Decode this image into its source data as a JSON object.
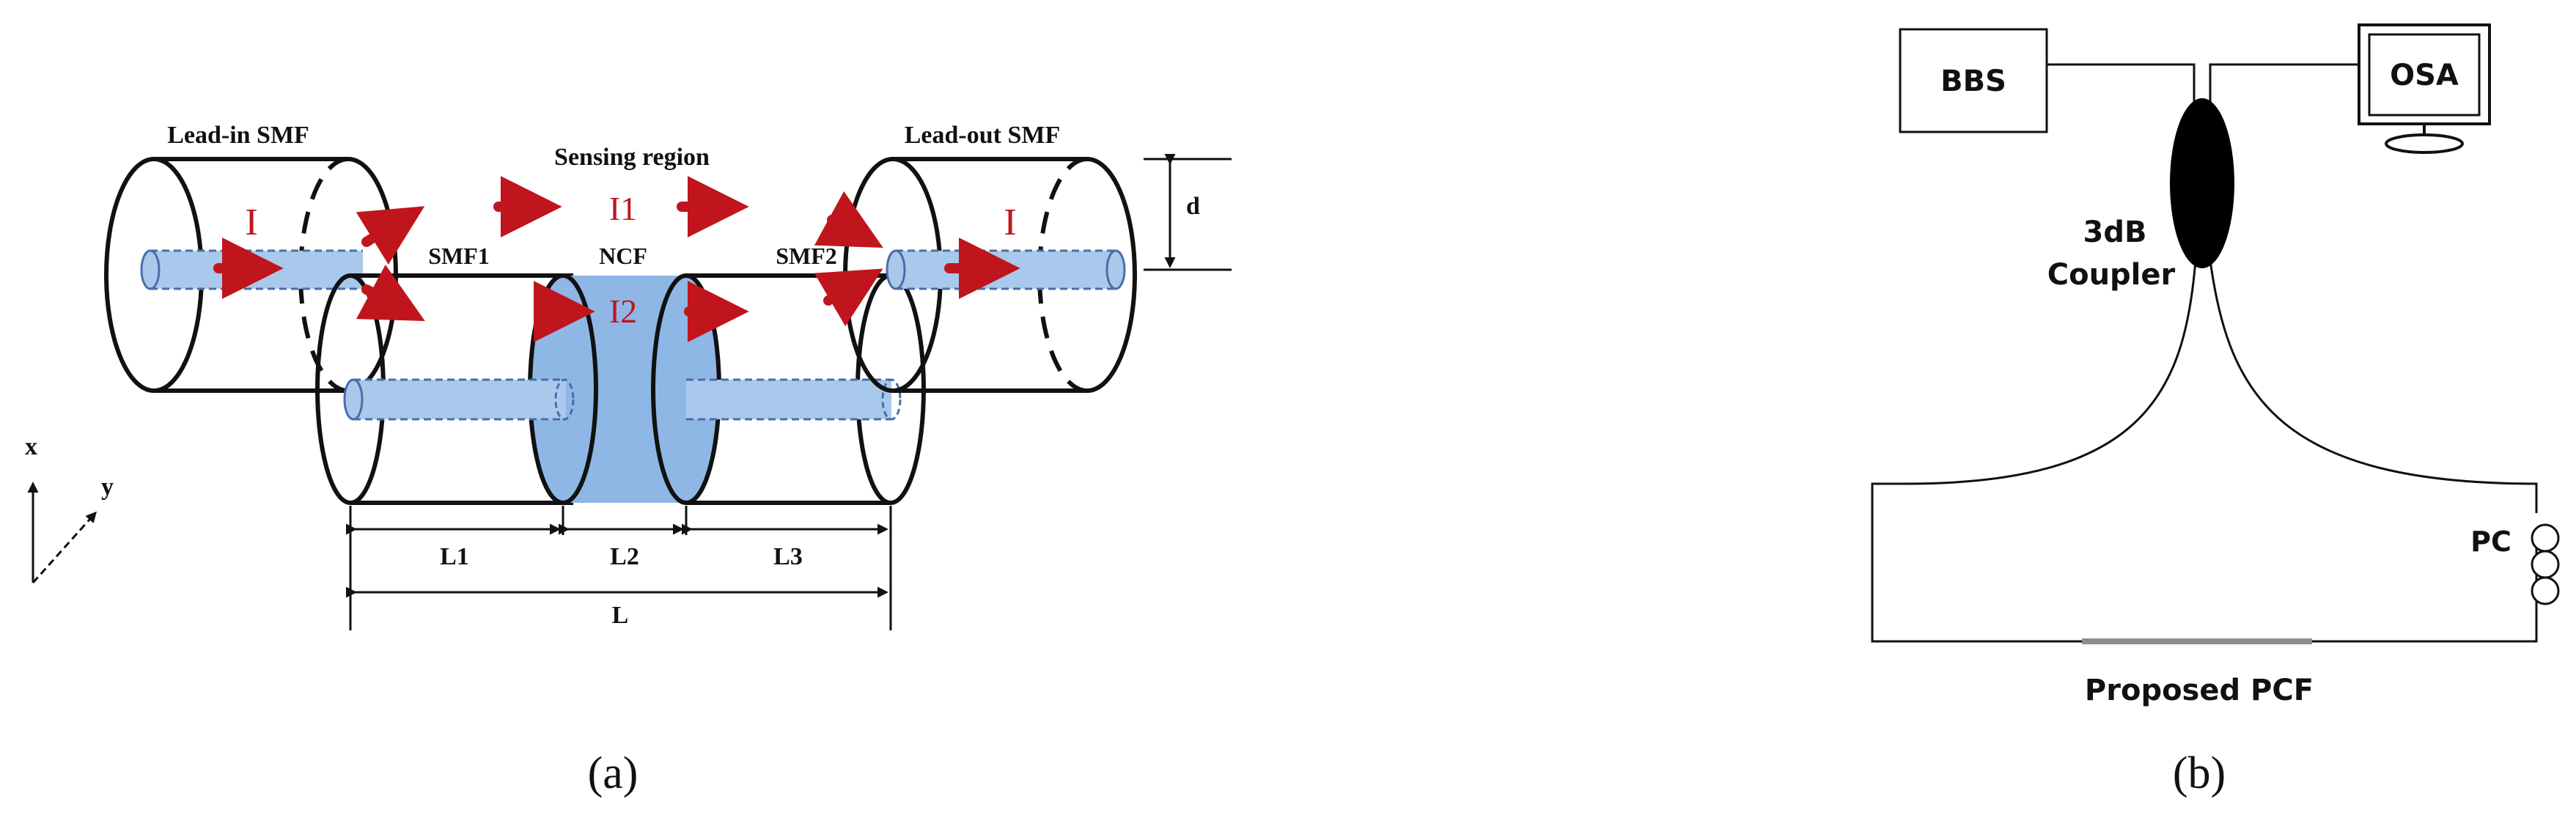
{
  "panel_a": {
    "caption": "(a)",
    "labels": {
      "lead_in": "Lead-in SMF",
      "sensing_region": "Sensing region",
      "lead_out": "Lead-out SMF",
      "smf1": "SMF1",
      "ncf": "NCF",
      "smf2": "SMF2",
      "d": "d",
      "axis_x": "x",
      "axis_y": "y"
    },
    "intensity": {
      "i_left": "I",
      "i1": "I1",
      "i2": "I2",
      "i_right": "I"
    },
    "dimensions": {
      "l1": "L1",
      "l2": "L2",
      "l3": "L3",
      "l": "L"
    },
    "colors": {
      "arrow": "#c0151d",
      "core": "#a9c9ec",
      "ncf": "#8fb7e6"
    }
  },
  "panel_b": {
    "caption": "(b)",
    "bbs": "BBS",
    "osa": "OSA",
    "coupler_line1": "3dB",
    "coupler_line2": "Coupler",
    "pc": "PC",
    "pcf": "Proposed PCF"
  }
}
